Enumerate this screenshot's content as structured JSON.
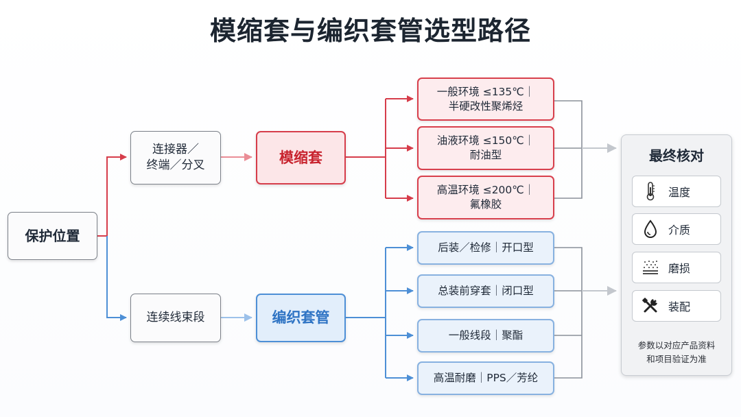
{
  "title": "模缩套与编织套管选型路径",
  "root": {
    "label": "保护位置"
  },
  "branches": [
    {
      "category": "连接器／\n终端／分叉",
      "product": "模缩套",
      "color": "#d63c4a",
      "options": [
        "一般环境 ≤135℃｜\n半硬改性聚烯烃",
        "油液环境 ≤150℃｜\n耐油型",
        "高温环境 ≤200℃｜\n氟橡胶"
      ]
    },
    {
      "category": "连续线束段",
      "product": "编织套管",
      "color": "#4d8fd6",
      "options": [
        "后装／检修｜开口型",
        "总装前穿套｜闭口型",
        "一般线段｜聚酯",
        "高温耐磨｜PPS／芳纶"
      ]
    }
  ],
  "final_check": {
    "title": "最终核对",
    "items": [
      {
        "icon": "thermometer-icon",
        "label": "温度"
      },
      {
        "icon": "droplet-icon",
        "label": "介质"
      },
      {
        "icon": "abrasion-icon",
        "label": "磨损"
      },
      {
        "icon": "tools-icon",
        "label": "装配"
      }
    ],
    "note": "参数以对应产品资料\n和项目验证为准"
  },
  "colors": {
    "red": "#d63c4a",
    "blue": "#4d8fd6",
    "gray_line": "#8a9099",
    "arrow_gray": "#c3c7cd"
  }
}
